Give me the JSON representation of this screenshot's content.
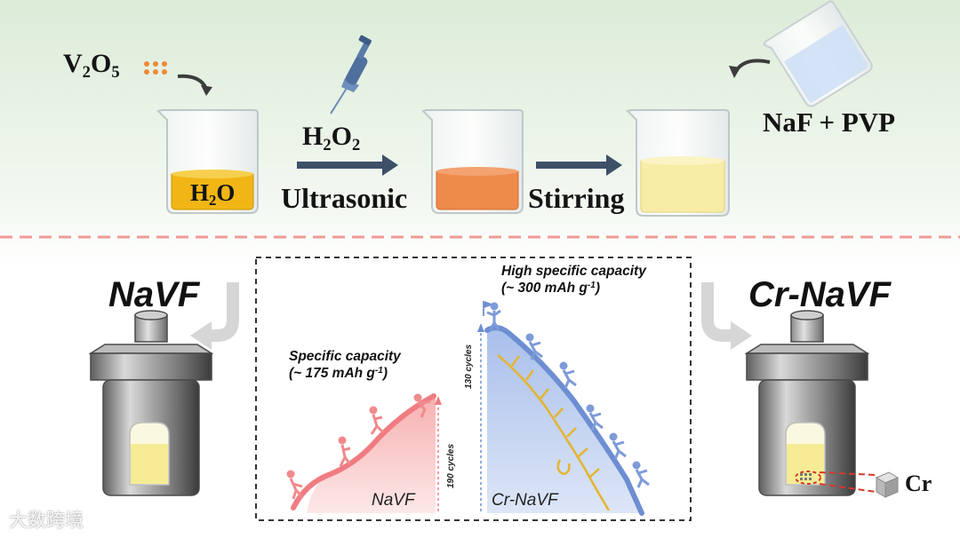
{
  "colors": {
    "top_band": "#dcecd8",
    "divider": "#ee9a96",
    "arrow": "#3e5068",
    "beaker_h2o": "#f1b615",
    "beaker_orange": "#ee8a4a",
    "beaker_pale": "#f8eda6",
    "navf_curve": "#f07c82",
    "crnavf_curve": "#6d8ed2",
    "crnavf_fill": "#b5c7ec",
    "ladder": "#e5b42f"
  },
  "synthesis": {
    "precursor": {
      "main": "V",
      "sub1": "2",
      "mid": "O",
      "sub2": "5"
    },
    "solvent": {
      "main": "H",
      "sub": "2",
      "rest": "O"
    },
    "reagent": {
      "main": "H",
      "sub1": "2",
      "mid": "O",
      "sub2": "2"
    },
    "step1": "Ultrasonic",
    "step2": "Stirring",
    "additive": "NaF + PVP"
  },
  "materials": {
    "left": "NaVF",
    "right": "Cr-NaVF",
    "dopant": "Cr"
  },
  "comparison": {
    "navf_title": "Specific capacity",
    "navf_value": "(~ 175 mAh g",
    "navf_unit_sup": "-1",
    "navf_value_end": ")",
    "navf_cycles": "190 cycles",
    "navf_curve_label": "NaVF",
    "cr_title": "High specific capacity",
    "cr_value": "(~ 300 mAh g",
    "cr_unit_sup": "-1",
    "cr_value_end": ")",
    "cr_cycles": "130 cycles",
    "cr_curve_label": "Cr-NaVF"
  },
  "icons": [
    "dots-icon",
    "curved-arrow-icon",
    "pipette-icon",
    "pouring-beaker-icon",
    "autoclave-icon",
    "climber-icon",
    "flag-icon",
    "cube-icon"
  ],
  "watermark": "大数跨境"
}
